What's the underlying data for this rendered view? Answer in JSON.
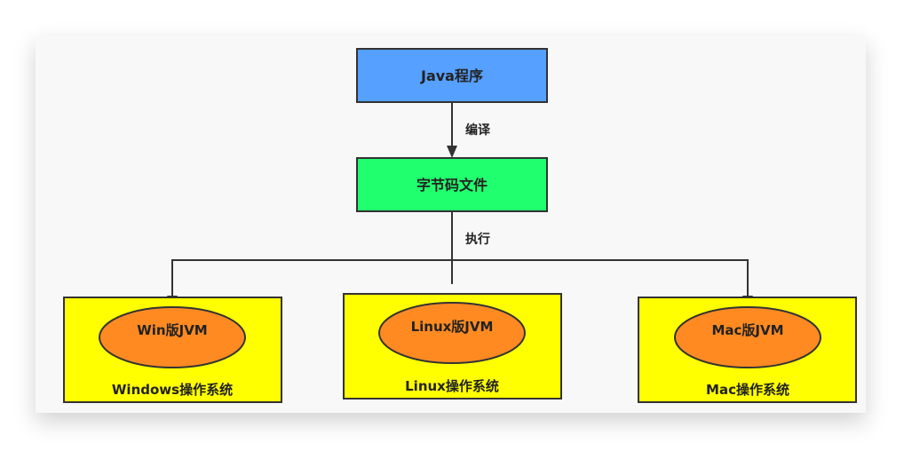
{
  "nodes": {
    "java": {
      "label": "Java程序",
      "color": "#56a0ff"
    },
    "bytecode": {
      "label": "字节码文件",
      "color": "#20ff6e"
    },
    "windows": {
      "os_label": "Windows操作系统",
      "jvm_label": "Win版JVM"
    },
    "linux": {
      "os_label": "Linux操作系统",
      "jvm_label": "Linux版JVM"
    },
    "mac": {
      "os_label": "Mac操作系统",
      "jvm_label": "Mac版JVM"
    }
  },
  "edges": {
    "compile": "编译",
    "execute": "执行"
  },
  "colors": {
    "os_box": "#ffff00",
    "jvm": "#ff8a22",
    "stroke": "#333333"
  }
}
